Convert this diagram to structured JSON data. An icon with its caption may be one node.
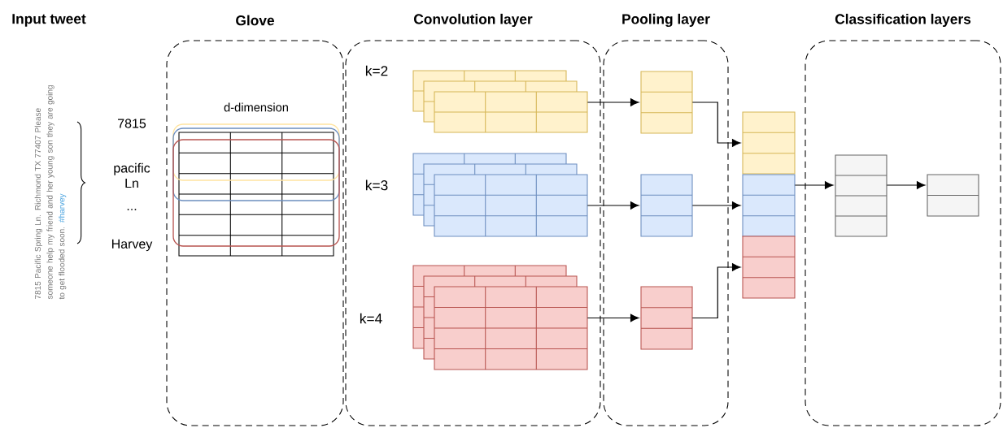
{
  "diagram": {
    "nodes": [
      {
        "text": [
          "Glove"
        ]
      },
      {
        "text": [
          "Convolution layer"
        ]
      },
      {
        "text": [
          "Pooling layer"
        ]
      },
      {
        "text": [
          "Classification layers"
        ]
      },
      {
        "text": [
          "d-dimension"
        ],
        "in": 0
      },
      {
        "text": [],
        "shape": "box",
        "beside": [
          "k=2"
        ],
        "in": 1
      },
      {
        "text": [],
        "shape": "box",
        "beside": [
          "k=3"
        ],
        "in": 1
      },
      {
        "text": [],
        "shape": "box",
        "beside": [
          "k=4"
        ],
        "in": 1
      },
      {
        "text": [],
        "shape": "box",
        "in": 2
      },
      {
        "text": [],
        "shape": "box",
        "in": 2
      },
      {
        "text": [],
        "shape": "box",
        "in": 2
      },
      {
        "text": [],
        "shape": "box"
      },
      {
        "text": [],
        "shape": "box"
      },
      {
        "text": [],
        "shape": "box"
      },
      {
        "text": [],
        "shape": "box",
        "in": 3
      },
      {
        "text": [],
        "shape": "box",
        "in": 3
      }
    ],
    "edges": [
      {
        "from": 5,
        "to": 8,
        "arrow": "to"
      },
      {
        "from": 6,
        "to": 9,
        "arrow": "to"
      },
      {
        "from": 7,
        "to": 10,
        "arrow": "to"
      },
      {
        "from": 8,
        "to": 11,
        "arrow": "to"
      },
      {
        "from": 9,
        "to": 12,
        "arrow": "to"
      },
      {
        "from": 10,
        "to": 13,
        "arrow": "to"
      },
      {
        "from": 12,
        "to": 14,
        "arrow": "to"
      },
      {
        "from": 14,
        "to": 15,
        "arrow": "to"
      }
    ],
    "labels": [
      "Input tweet",
      "7815 Pacific Spring Ln. Richmond TX 77407 Please someone help my friend and her young son they are going to get flooded soon.",
      "#harvey",
      "7815",
      "pacific Ln",
      "...",
      "Harvey"
    ]
  }
}
